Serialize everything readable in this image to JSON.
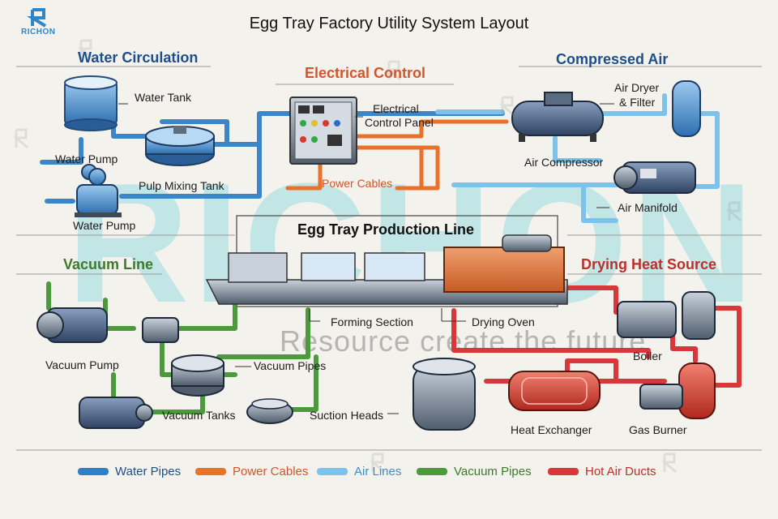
{
  "title": "Egg Tray Factory Utility System Layout",
  "brand": {
    "name": "RICHON",
    "watermark_text": "RICHON",
    "watermark_slogan": "Resource create the future"
  },
  "sections": {
    "water_circulation": "Water Circulation",
    "electrical_control": "Electrical Control",
    "compressed_air": "Compressed Air",
    "vacuum_line": "Vacuum Line",
    "drying_heat_source": "Drying Heat Source",
    "production_line": "Egg Tray Production Line"
  },
  "labels": {
    "water_tank": "Water Tank",
    "water_pump_1": "Water Pump",
    "pulp_mixing_tank": "Pulp Mixing Tank",
    "water_pump_2": "Water Pump",
    "electrical_control_panel_line1": "Electrical",
    "electrical_control_panel_line2": "Control Panel",
    "power_cables": "Power Cables",
    "air_dryer_line1": "Air Dryer",
    "air_dryer_line2": "& Filter",
    "air_compressor": "Air Compressor",
    "air_manifold": "Air Manifold",
    "forming_section": "Forming Section",
    "drying_oven": "Drying Oven",
    "vacuum_pump": "Vacuum Pump",
    "vacuum_pipes": "Vacuum Pipes",
    "vacuum_tanks": "Vacuum Tanks",
    "suction_heads": "Suction Heads",
    "boiler": "Boiler",
    "heat_exchanger": "Heat Exchanger",
    "gas_burner": "Gas Burner"
  },
  "legend": [
    {
      "label": "Water Pipes",
      "color": "#2f7fc4"
    },
    {
      "label": "Power Cables",
      "color": "#e8722c"
    },
    {
      "label": "Air Lines",
      "color": "#7cc2ea"
    },
    {
      "label": "Vacuum Pipes",
      "color": "#4c9a3c"
    },
    {
      "label": "Hot Air Ducts",
      "color": "#d8383a"
    }
  ],
  "colors": {
    "water": "#2f7fc4",
    "power": "#e8722c",
    "air": "#7cc2ea",
    "vacuum": "#4c9a3c",
    "hot_air": "#d8383a",
    "water_heading": "#1d4f8c",
    "electrical_heading": "#d1552a",
    "vacuum_heading": "#3d7a2a",
    "heat_heading": "#b8322c"
  }
}
